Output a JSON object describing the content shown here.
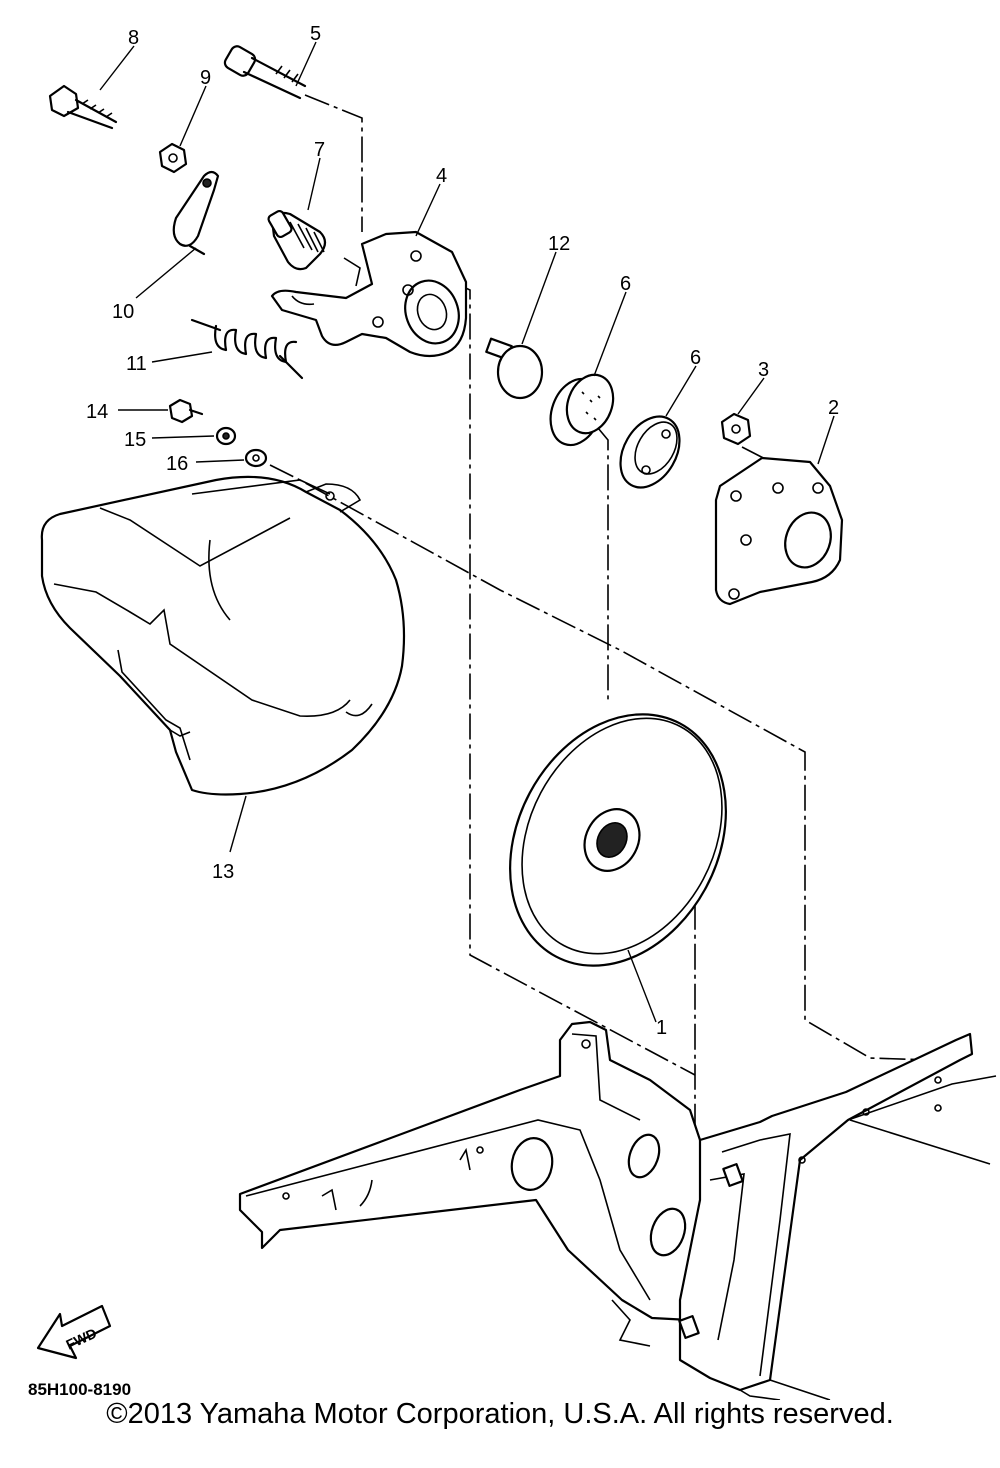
{
  "diagram": {
    "part_code": "85H100-8190",
    "fwd_label": "FWD",
    "callouts": [
      "1",
      "2",
      "3",
      "4",
      "5",
      "6",
      "6",
      "7",
      "8",
      "9",
      "10",
      "11",
      "12",
      "13",
      "14",
      "15",
      "16"
    ]
  },
  "footer": {
    "copyright": "©2013 Yamaha Motor Corporation, U.S.A. All rights reserved."
  }
}
